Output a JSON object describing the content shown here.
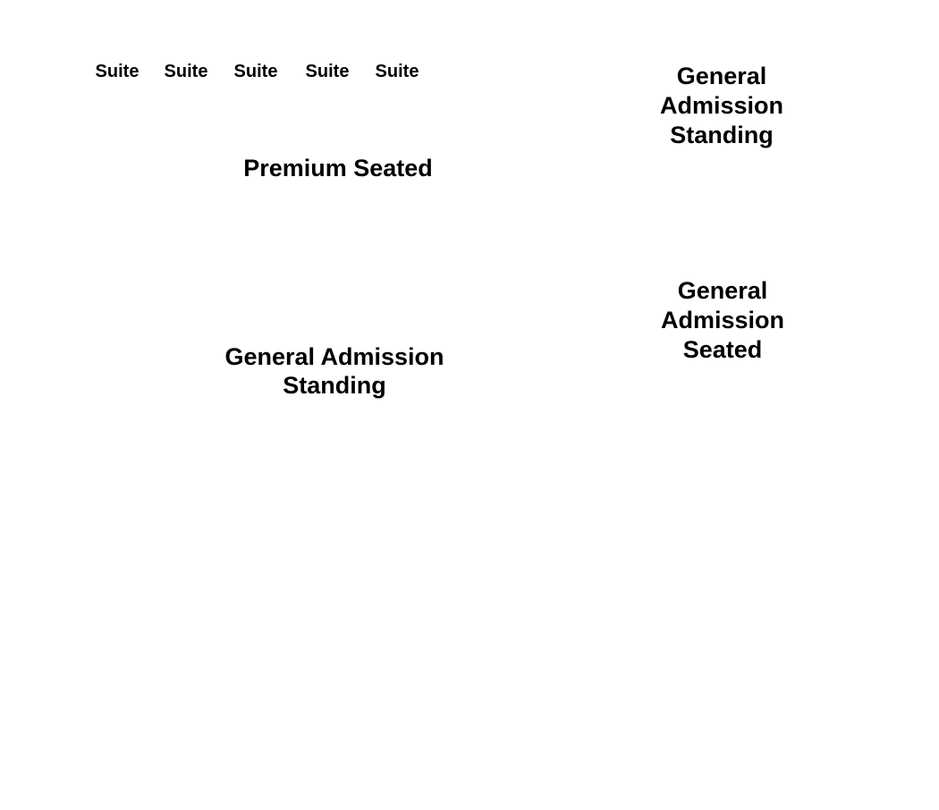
{
  "suites": [
    "Suite",
    "Suite",
    "Suite",
    "Suite",
    "Suite"
  ],
  "sections": {
    "premium_seated": "Premium Seated",
    "ga_standing_main": [
      "General Admission",
      "Standing"
    ],
    "ga_standing_right": [
      "General",
      "Admission",
      "Standing"
    ],
    "ga_seated_right": [
      "General",
      "Admission",
      "Seated"
    ]
  },
  "colors": {
    "background": "#ffffff",
    "text": "#000000"
  }
}
